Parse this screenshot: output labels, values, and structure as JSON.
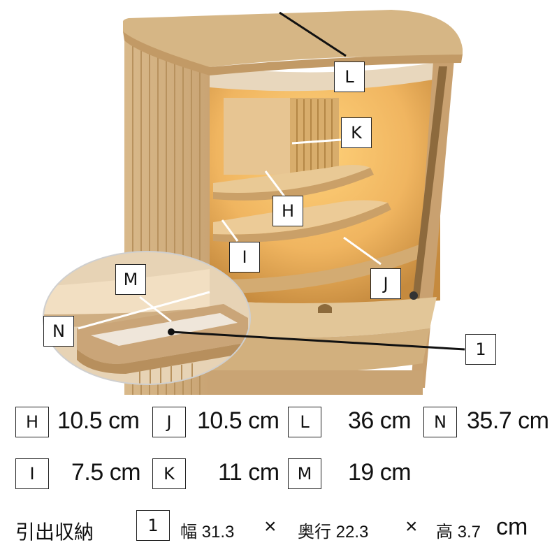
{
  "callouts": {
    "L": "L",
    "K": "K",
    "H": "H",
    "I": "I",
    "J": "J",
    "M": "M",
    "N": "N",
    "one": "1"
  },
  "legend": [
    {
      "key": "H",
      "value": "10.5 cm"
    },
    {
      "key": "J",
      "value": "10.5 cm"
    },
    {
      "key": "L",
      "value": "36 cm"
    },
    {
      "key": "N",
      "value": "35.7 cm"
    },
    {
      "key": "I",
      "value": "7.5 cm"
    },
    {
      "key": "K",
      "value": "11 cm"
    },
    {
      "key": "M",
      "value": "19 cm"
    }
  ],
  "drawer": {
    "title": "引出収納",
    "key": "1",
    "width_label": "幅 31.3",
    "times1": "×",
    "depth_label": "奥行 22.3",
    "times2": "×",
    "height_label": "高 3.7",
    "unit": "cm"
  }
}
